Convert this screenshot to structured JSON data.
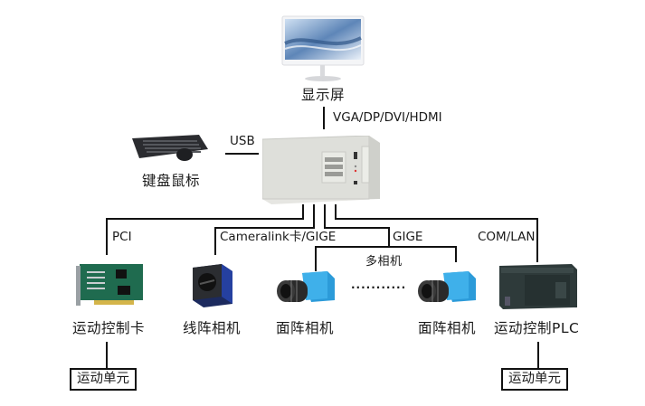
{
  "nodes": {
    "monitor": {
      "label": "显示屏",
      "icon": "monitor-icon"
    },
    "keyboard_mouse": {
      "label": "键盘鼠标",
      "icon": "keyboard-mouse-icon"
    },
    "industrial_pc": {
      "icon": "industrial-pc-icon"
    },
    "motion_card": {
      "label": "运动控制卡",
      "icon": "pci-card-icon"
    },
    "line_camera": {
      "label": "线阵相机",
      "icon": "line-scan-camera-icon"
    },
    "area_camera_1": {
      "label": "面阵相机",
      "icon": "area-camera-icon"
    },
    "area_camera_2": {
      "label": "面阵相机",
      "icon": "area-camera-icon"
    },
    "plc": {
      "label": "运动控制PLC",
      "icon": "plc-icon"
    },
    "motion_unit_left": {
      "label": "运动单元"
    },
    "motion_unit_right": {
      "label": "运动单元"
    }
  },
  "connections": {
    "display": "VGA/DP/DVI/HDMI",
    "usb": "USB",
    "pci": "PCI",
    "cameralink": "Cameralink卡/GIGE",
    "gige": "GIGE",
    "com_lan": "COM/LAN",
    "multi_camera": "多相机",
    "ellipsis": "···········"
  }
}
